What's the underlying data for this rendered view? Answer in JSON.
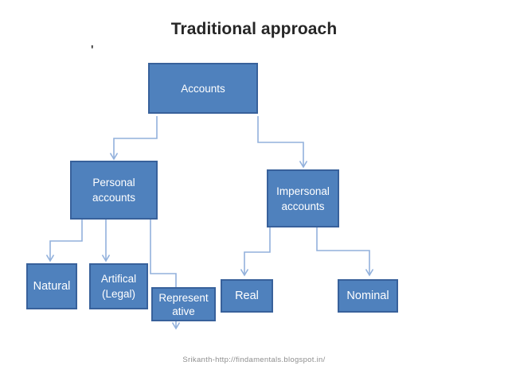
{
  "title": "Traditional approach",
  "stray_mark": "'",
  "footer": "Srikanth-http://findamentals.blogspot.in/",
  "colors": {
    "node_fill": "#4f81bd",
    "node_border": "#38619b",
    "node_text": "#ffffff",
    "connector": "#92b1dc",
    "title_text": "#262626",
    "footer_text": "#8e8e8e"
  },
  "nodes": {
    "accounts": {
      "label": "Accounts",
      "lines": [
        "Accounts"
      ]
    },
    "personal": {
      "label": "Personal accounts",
      "lines": [
        "Personal",
        "accounts"
      ]
    },
    "impersonal": {
      "label": "Impersonal accounts",
      "lines": [
        "Impersonal",
        "accounts"
      ]
    },
    "natural": {
      "label": "Natural",
      "lines": [
        "Natural"
      ]
    },
    "artifical": {
      "label": "Artifical (Legal)",
      "lines": [
        "Artifical",
        "(Legal)"
      ]
    },
    "representative": {
      "label": "Representative",
      "lines": [
        "Represent",
        "ative"
      ]
    },
    "real": {
      "label": "Real",
      "lines": [
        "Real"
      ]
    },
    "nominal": {
      "label": "Nominal",
      "lines": [
        "Nominal"
      ]
    }
  },
  "edges": [
    {
      "from": "accounts",
      "to": "personal"
    },
    {
      "from": "accounts",
      "to": "impersonal"
    },
    {
      "from": "personal",
      "to": "natural"
    },
    {
      "from": "personal",
      "to": "artifical"
    },
    {
      "from": "personal",
      "to": "representative"
    },
    {
      "from": "impersonal",
      "to": "real"
    },
    {
      "from": "impersonal",
      "to": "nominal"
    }
  ]
}
